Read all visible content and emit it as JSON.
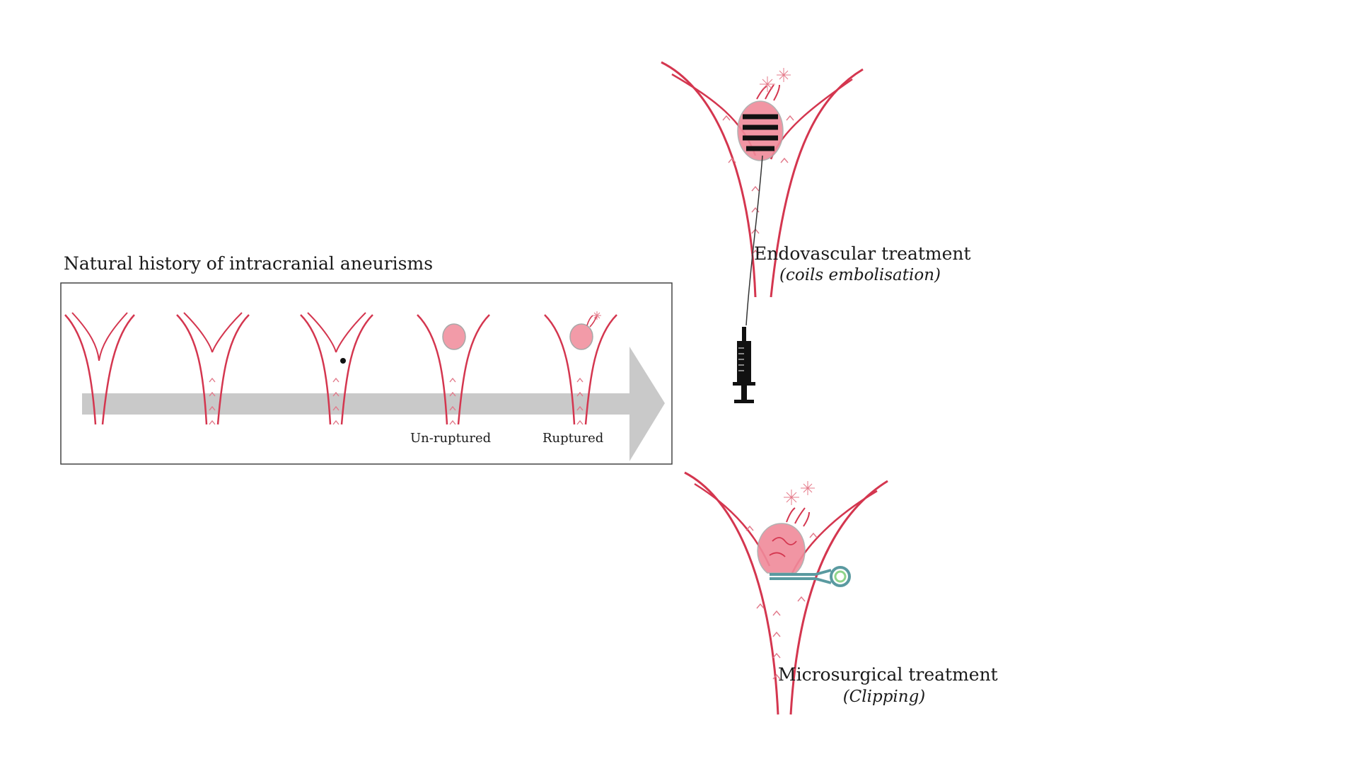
{
  "natural_history": {
    "title": "Natural history of intracranial aneurisms",
    "stages": [
      {
        "label": ""
      },
      {
        "label": ""
      },
      {
        "label": ""
      },
      {
        "label": "Un-ruptured"
      },
      {
        "label": "Ruptured"
      }
    ]
  },
  "endovascular": {
    "title": "Endovascular treatment",
    "subtitle": "(coils embolisation)"
  },
  "microsurgical": {
    "title": "Microsurgical treatment",
    "subtitle": "(Clipping)"
  },
  "colors": {
    "vessel": "#d4364f",
    "aneurysm": "#f08a9a",
    "arrow": "#c9c9c9",
    "clip": "#5a9aa0"
  },
  "icons": [
    "syringe-icon",
    "coil-icon",
    "clip-icon",
    "rupture-burst-icon"
  ]
}
